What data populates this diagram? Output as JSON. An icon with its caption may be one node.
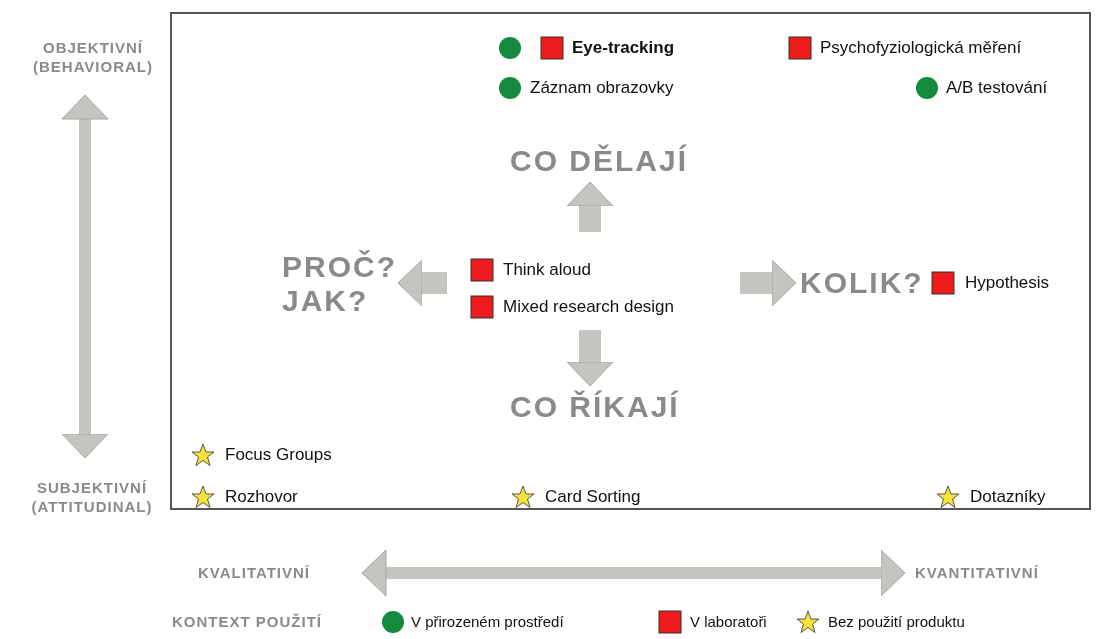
{
  "diagram": {
    "nodes": [
      {
        "text": [
          "CO DĚLAJÍ"
        ]
      },
      {
        "text": [
          "PROČ? JAK?"
        ]
      },
      {
        "text": [
          "KOLIK?"
        ]
      },
      {
        "text": [
          "CO ŘÍKAJÍ"
        ]
      }
    ],
    "edges": [
      {
        "from": null,
        "to": 0,
        "arrow": "to"
      },
      {
        "from": null,
        "to": 1,
        "arrow": "to"
      },
      {
        "from": null,
        "to": 2,
        "arrow": "to"
      },
      {
        "from": null,
        "to": 3,
        "arrow": "to"
      }
    ],
    "labels": [
      "OBJEKTIVNÍ (BEHAVIORAL)",
      "Eye-tracking",
      "Psychofyziologická měření",
      "Záznam obrazovky",
      "A/B testování",
      "Think aloud",
      "Hypothesis",
      "Mixed research design",
      "Focus Groups",
      "SUBJEKTIVNÍ (ATTITUDINAL)",
      "Rozhovor",
      "Card Sorting",
      "Dotazníky",
      "KVALITATIVNÍ",
      "KVANTITATIVNÍ",
      "KONTEXT POUŽITÍ"
    ],
    "legend": [
      {
        "text": "V přirozeném prostředí",
        "color": "#138a3e"
      },
      {
        "text": "V laboratoři",
        "color": "#ee1c1c"
      },
      {
        "text": "Bez použití produktu",
        "color": "#f7e23a"
      }
    ]
  }
}
